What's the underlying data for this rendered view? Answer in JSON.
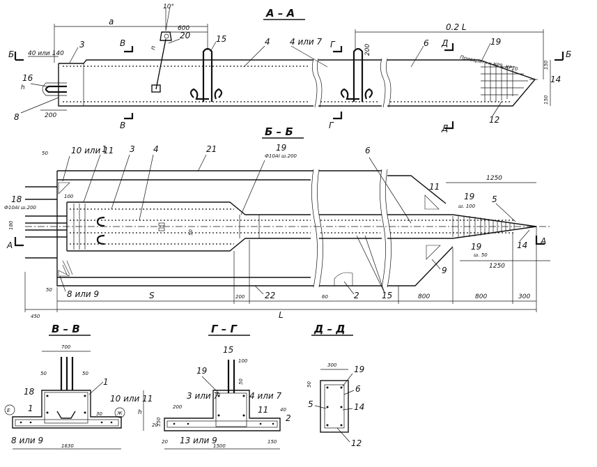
{
  "titles": {
    "aa": "А – А",
    "bb": "Б – Б",
    "vv": "В – В",
    "gg": "Г – Г",
    "dd": "Д – Д"
  },
  "section_marks": {
    "a": "А",
    "b": "Б",
    "v": "В",
    "g": "Г",
    "d": "Д"
  },
  "aa": {
    "dim_a": "a",
    "dim_600": "600",
    "angle": "10°",
    "dim_02L": "0.2 L",
    "dim_40_140": "40 или 140",
    "dim_200_left": "200",
    "dim_200_top": "200",
    "dim_150a": "150",
    "dim_150b": "150",
    "dim_n": "n",
    "dim_h": "h",
    "weld_note": "Приварить к КР9, КР10",
    "labels": [
      "3",
      "20",
      "15",
      "4",
      "4 или 7",
      "6",
      "19",
      "16",
      "8",
      "14",
      "12"
    ]
  },
  "bb": {
    "dim_50": "50",
    "label_10_11": "10 или 11",
    "rebar_note_left": "Ф10АI ш.200",
    "rebar_note_mid": "Ф10АI ш.200",
    "dim_100": "100",
    "dim_180": "180",
    "dim_50_mid": "50",
    "dim_1250_top": "1250",
    "dim_1250_bot": "1250",
    "step_100": "ш. 100",
    "step_50": "ш. 50",
    "label_8_9": "8 или 9",
    "dim_S": "S",
    "dim_200": "200",
    "dim_50_bot": "50",
    "dim_60": "60",
    "dim_450": "450",
    "dim_L": "L",
    "dim_800a": "800",
    "dim_800b": "800",
    "dim_300": "300",
    "labels": [
      "1",
      "3",
      "4",
      "21",
      "19",
      "6",
      "18",
      "11",
      "19",
      "5",
      "19",
      "14",
      "9",
      "2",
      "15",
      "22"
    ]
  },
  "vv": {
    "dim_700": "700",
    "dim_50a": "50",
    "dim_50b": "50",
    "label_18": "18",
    "label_1a": "1",
    "label_1b": "1",
    "label_10_11": "10 или 11",
    "dim_30": "30",
    "circle_e": "Е",
    "circle_zh": "Ж",
    "label_8_9": "8 или 9",
    "dim_1630": "1630"
  },
  "gg": {
    "label_15": "15",
    "dim_100": "100",
    "label_19": "19",
    "dim_50": "50",
    "label_3_7": "3 или 7",
    "label_4_7": "4 или 7",
    "dim_200": "200",
    "dim_150": "150",
    "dim_20": "20",
    "label_11": "11",
    "dim_40": "40",
    "label_2": "2",
    "dim_20_bot": "20",
    "label_13_9": "13 или 9",
    "dim_1500": "1500",
    "dim_150_bot": "150",
    "dim_h": "h"
  },
  "dd": {
    "dim_300": "300",
    "label_19": "19",
    "dim_50": "50",
    "label_6": "6",
    "label_5": "5",
    "label_14": "14",
    "label_12": "12"
  }
}
